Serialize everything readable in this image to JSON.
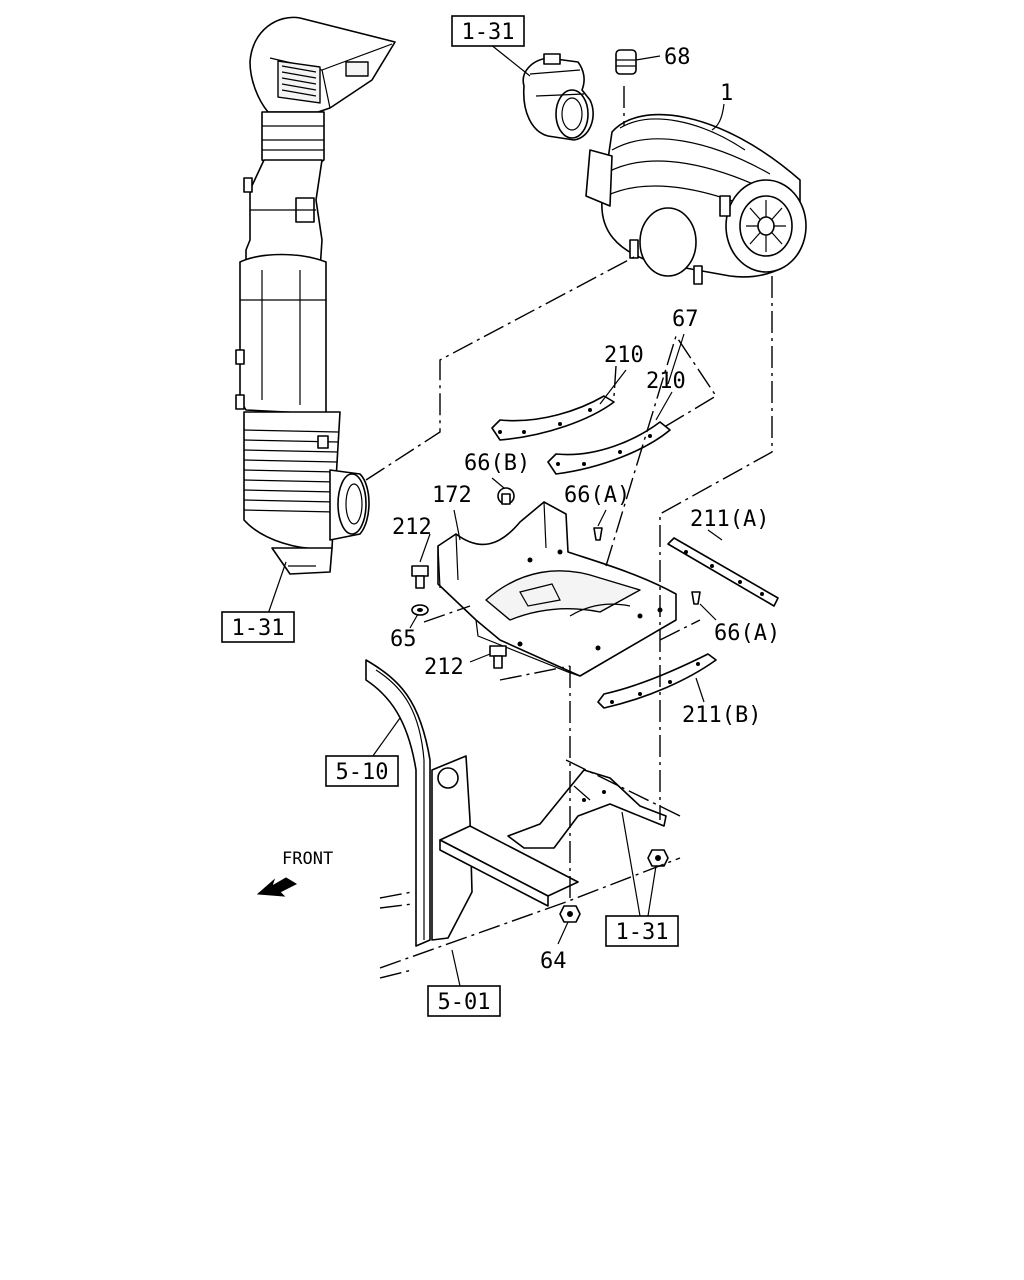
{
  "diagram": {
    "front_label": "FRONT",
    "refs": {
      "r131_top": "1-31",
      "r131_left": "1-31",
      "r131_bottom": "1-31",
      "r510": "5-10",
      "r501": "5-01"
    },
    "callouts": {
      "c68": "68",
      "c1": "1",
      "c67": "67",
      "c210a": "210",
      "c210b": "210",
      "c66b": "66(B)",
      "c172": "172",
      "c66a_top": "66(A)",
      "c211a": "211(A)",
      "c212_top": "212",
      "c65": "65",
      "c212_bot": "212",
      "c66a_right": "66(A)",
      "c211b": "211(B)",
      "c64": "64"
    }
  }
}
